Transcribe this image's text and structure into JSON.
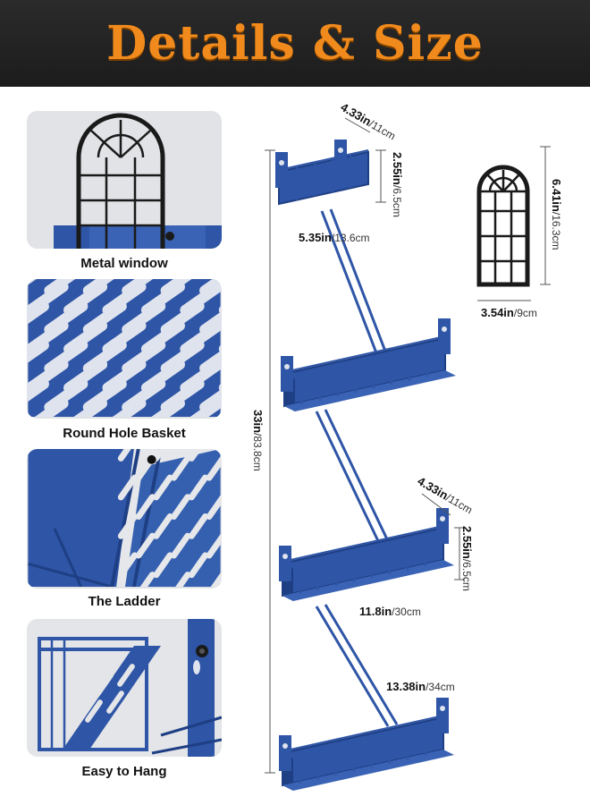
{
  "banner": {
    "title": "Details & Size"
  },
  "features": [
    {
      "label": "Metal window"
    },
    {
      "label": "Round Hole Basket"
    },
    {
      "label": "The Ladder"
    },
    {
      "label": "Easy to Hang"
    }
  ],
  "dimensions": {
    "top_depth": {
      "in": "4.33in",
      "cm": "/11cm"
    },
    "top_height": {
      "in": "2.55in",
      "cm": "/6.5cm"
    },
    "top_width": {
      "in": "5.35in",
      "cm": "/13.6cm"
    },
    "total_height": {
      "in": "33in",
      "cm": "/83.8cm"
    },
    "window_height": {
      "in": "6.41in",
      "cm": "/16.3cm"
    },
    "window_width": {
      "in": "3.54in",
      "cm": "/9cm"
    },
    "shelf_depth": {
      "in": "4.33in",
      "cm": "/11cm"
    },
    "shelf_height": {
      "in": "2.55in",
      "cm": "/6.5cm"
    },
    "shelf_width": {
      "in": "11.8in",
      "cm": "/30cm"
    },
    "ladder_length": {
      "in": "13.38in",
      "cm": "/34cm"
    }
  },
  "colors": {
    "banner_bg": "#222222",
    "title_orange": "#f08a1c",
    "shelf_blue": "#2e55a6",
    "window_black": "#1a1a1a"
  }
}
